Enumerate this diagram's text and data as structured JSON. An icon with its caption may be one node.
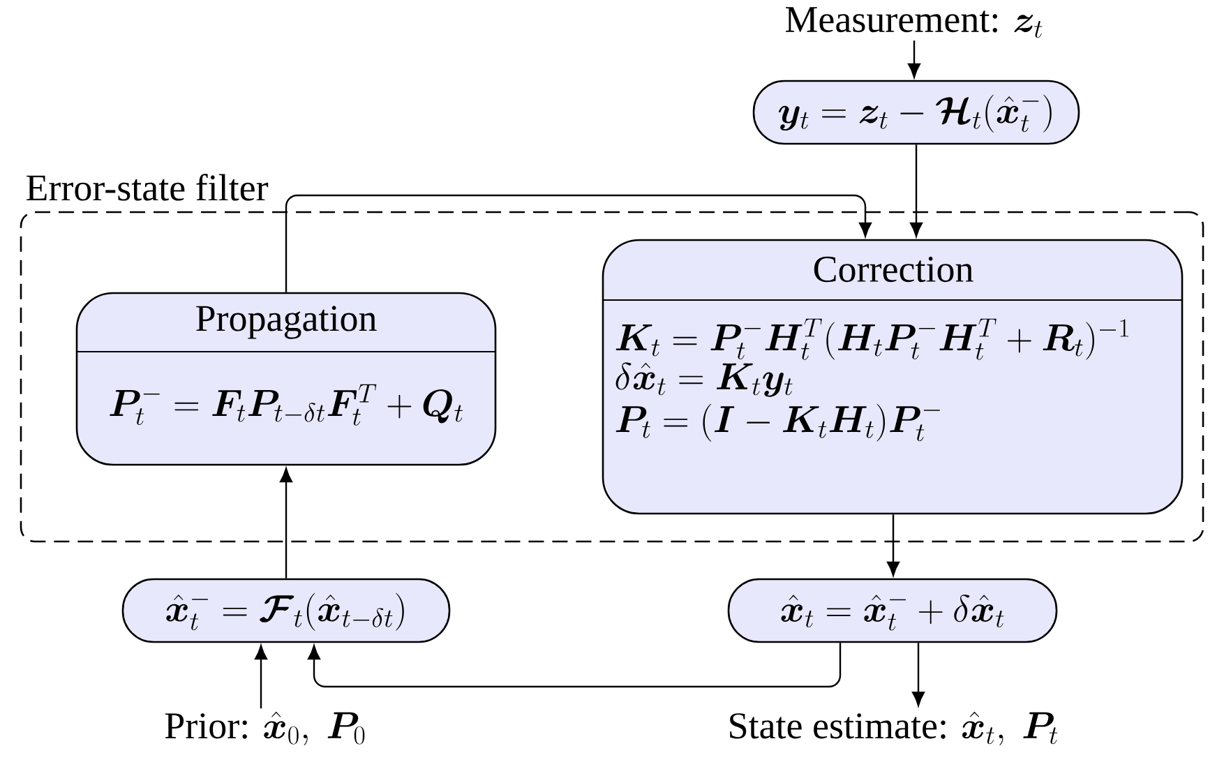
{
  "diagram": {
    "nodes": [
      {
        "text": [
          "Error-state filter"
        ]
      },
      {
        "text": [
          "Propagation",
          "\\boldsymbol{P}_t^- = \\boldsymbol{F}_t\\boldsymbol{P}_{t-\\delta t}\\boldsymbol{F}_t^T + \\boldsymbol{Q}_t"
        ],
        "in": 0
      },
      {
        "text": [
          "Correction",
          "\\boldsymbol{K}_t = \\boldsymbol{P}_t^-\\boldsymbol{H}_t^T(\\boldsymbol{H}_t\\boldsymbol{P}_t^-\\boldsymbol{H}_t^T + \\boldsymbol{R}_t)^{-1}",
          "\\delta\\hat{\\boldsymbol{x}}_t = \\boldsymbol{K}_t\\boldsymbol{y}_t",
          "\\boldsymbol{P}_t = (\\boldsymbol{I} - \\boldsymbol{K}_t\\boldsymbol{H}_t)\\boldsymbol{P}_t^-"
        ],
        "in": 0
      },
      {
        "text": [
          "\\text{Measurement: }\\boldsymbol{z}_t"
        ]
      },
      {
        "text": [
          "\\boldsymbol{y}_t = \\boldsymbol{z}_t - \\boldsymbol{\\mathcal{H}}_t(\\hat{\\boldsymbol{x}}_t^-)"
        ]
      },
      {
        "text": [
          "\\hat{\\boldsymbol{x}}_t^- = \\boldsymbol{\\mathcal{F}}_t(\\hat{\\boldsymbol{x}}_{t-\\delta t})"
        ]
      },
      {
        "text": [
          "\\hat{\\boldsymbol{x}}_t = \\hat{\\boldsymbol{x}}_t^- + \\delta\\hat{\\boldsymbol{x}}_t"
        ]
      },
      {
        "text": [
          "\\text{Prior: }\\hat{\\boldsymbol{x}}_0,\\ \\boldsymbol{P}_0"
        ]
      },
      {
        "text": [
          "\\text{State estimate: }\\hat{\\boldsymbol{x}}_t,\\ \\boldsymbol{P}_t"
        ]
      }
    ],
    "edges": [
      {
        "from": 3,
        "to": 4,
        "arrow": "to"
      },
      {
        "from": 4,
        "to": 2,
        "arrow": "to"
      },
      {
        "from": 1,
        "to": 2,
        "arrow": "to"
      },
      {
        "from": 5,
        "to": 1,
        "arrow": "to"
      },
      {
        "from": 2,
        "to": 6,
        "arrow": "to"
      },
      {
        "from": 7,
        "to": 5,
        "arrow": "to"
      },
      {
        "from": 6,
        "to": 5,
        "arrow": "to"
      },
      {
        "from": 6,
        "to": 8,
        "arrow": "to"
      }
    ]
  }
}
